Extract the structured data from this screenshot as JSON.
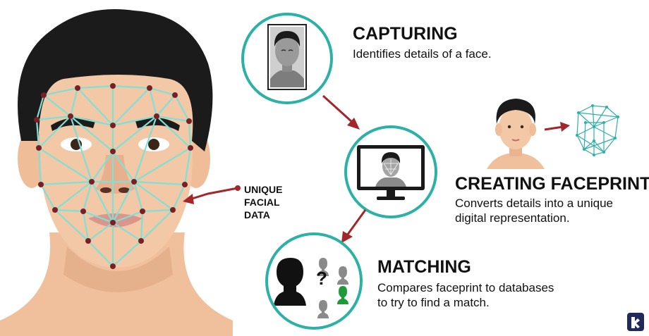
{
  "colors": {
    "accent_teal": "#2cb1a6",
    "arrow_red": "#a3262a",
    "mesh_line": "#7fe0d6",
    "mesh_point": "#7a1f24",
    "skin": "#f2c6a3",
    "hair": "#1c1c1c",
    "match_green": "#1f9a3a"
  },
  "callout": {
    "lines": [
      "UNIQUE",
      "FACIAL",
      "DATA"
    ]
  },
  "steps": [
    {
      "id": "capturing",
      "title": "CAPTURING",
      "description": "Identifies details of a face.",
      "icon": "portrait-photo-icon"
    },
    {
      "id": "creating-faceprint",
      "title": "CREATING FACEPRINT",
      "description_lines": [
        "Converts details into a unique",
        "digital representation."
      ],
      "icon": "computer-monitor-face-icon"
    },
    {
      "id": "matching",
      "title": "MATCHING",
      "description_lines": [
        "Compares faceprint to databases",
        "to try to find a match."
      ],
      "icon": "silhouettes-question-icon"
    }
  ],
  "matching_icon": {
    "question_mark": "?"
  },
  "logo": {
    "icon": "brand-logo-icon"
  }
}
